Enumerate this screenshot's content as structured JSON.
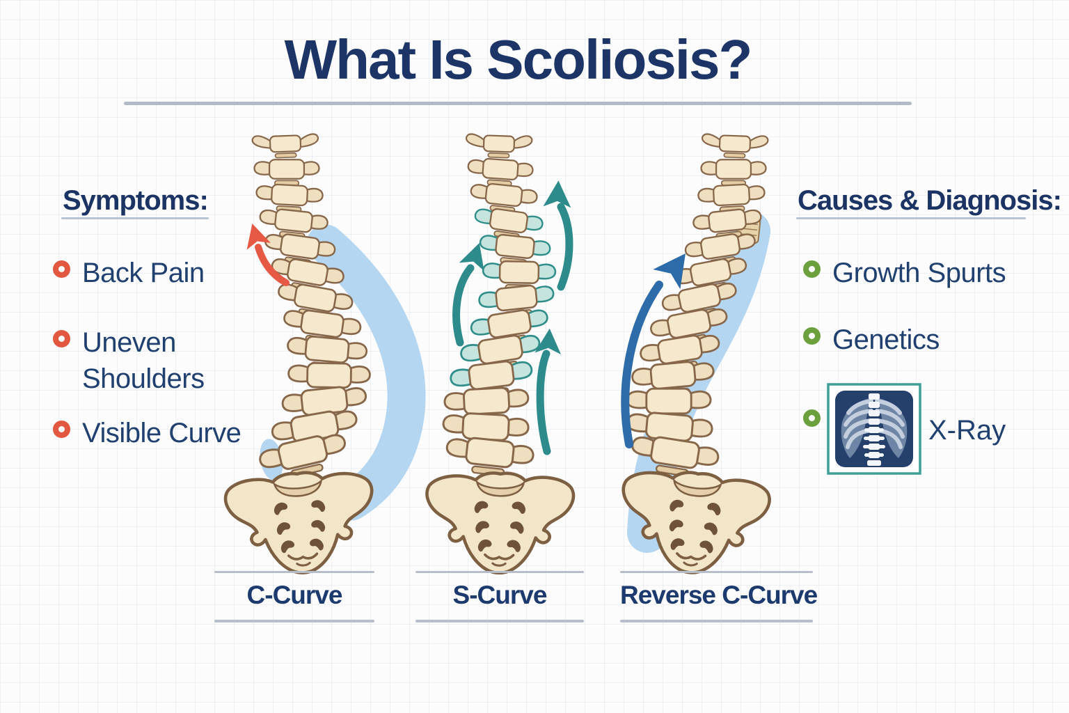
{
  "title": "What Is Scoliosis?",
  "symptoms": {
    "heading": "Symptoms:",
    "items": [
      "Back Pain",
      "Uneven Shoulders",
      "Visible Curve"
    ]
  },
  "causes": {
    "heading": "Causes & Diagnosis:",
    "items": [
      "Growth Spurts",
      "Genetics",
      "X-Ray"
    ]
  },
  "figures": [
    {
      "label": "C-Curve"
    },
    {
      "label": "S-Curve"
    },
    {
      "label": "Reverse C-Curve"
    }
  ],
  "icons": {
    "xray": "xray-chest-icon",
    "red_arrow": "curved-arrow-up-left",
    "teal_arrows": [
      "curved-arrow-up-right",
      "curved-arrow-up-left",
      "curved-arrow-up"
    ],
    "blue_arrow": "curved-arrow-up-right",
    "bullet": "ring-bullet"
  },
  "colors": {
    "navy_text": "#1d3566",
    "orange_bullet": "#e2573f",
    "green_bullet": "#6ba03d",
    "red_arrow": "#e65a45",
    "teal_arrow": "#2e8b8b",
    "blue_arrow": "#2d6ca8",
    "bone_fill": "#f5e8cc",
    "bone_outline": "#87674a",
    "teal_vertebra": "#c6e4de",
    "blue_band": "#aed2f0",
    "rule_gray": "#b2bac6",
    "xray_box": "#24406b",
    "xray_border": "#3f9e96"
  }
}
